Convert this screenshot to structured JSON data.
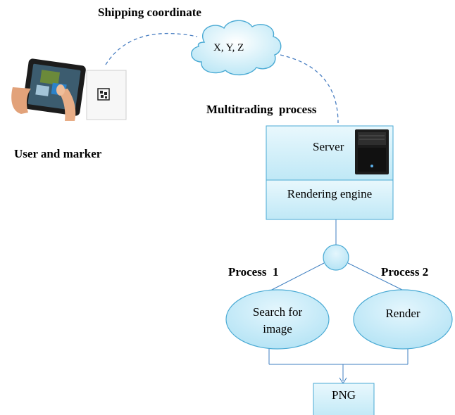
{
  "labels": {
    "shipping_coordinate": "Shipping coordinate",
    "cloud_text": "X, Y, Z",
    "multitrading_process": "Multitrading  process",
    "user_and_marker": "User and marker",
    "server": "Server",
    "rendering_engine": "Rendering engine",
    "process_1": "Process  1",
    "process_2": "Process 2",
    "search_for_image_line1": "Search for",
    "search_for_image_line2": "image",
    "render": "Render",
    "png": "PNG"
  },
  "colors": {
    "box_fill_top": "#e9f8fd",
    "box_fill_bottom": "#bfe8f6",
    "box_stroke": "#4aaad4",
    "connector": "#3f7fc0",
    "dashed": "#4a7fc2"
  },
  "icons": {
    "tablet": "tablet-ar-icon",
    "marker": "qr-marker-icon",
    "server": "server-tower-icon",
    "cloud": "cloud-icon"
  }
}
